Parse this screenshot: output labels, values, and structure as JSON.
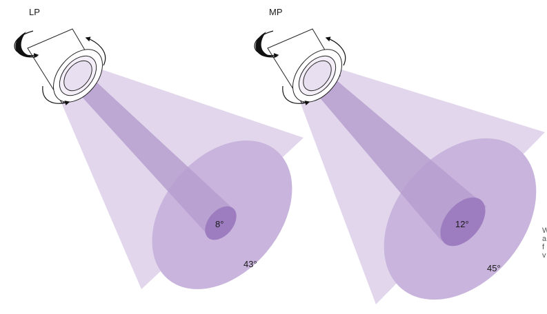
{
  "lights": [
    {
      "label": "LP",
      "inner_angle": "8°",
      "outer_angle": "43°"
    },
    {
      "label": "MP",
      "inner_angle": "12°",
      "outer_angle": "45°"
    }
  ],
  "right_edge_text": [
    "W",
    "a",
    "f",
    "v"
  ],
  "colors": {
    "outer_beam": "#e2d6ec",
    "outer_ellipse": "#c8b4dc",
    "inner_beam": "#b69fcf",
    "inner_ellipse": "#9d7dbf",
    "fixture_stroke": "#222222"
  }
}
